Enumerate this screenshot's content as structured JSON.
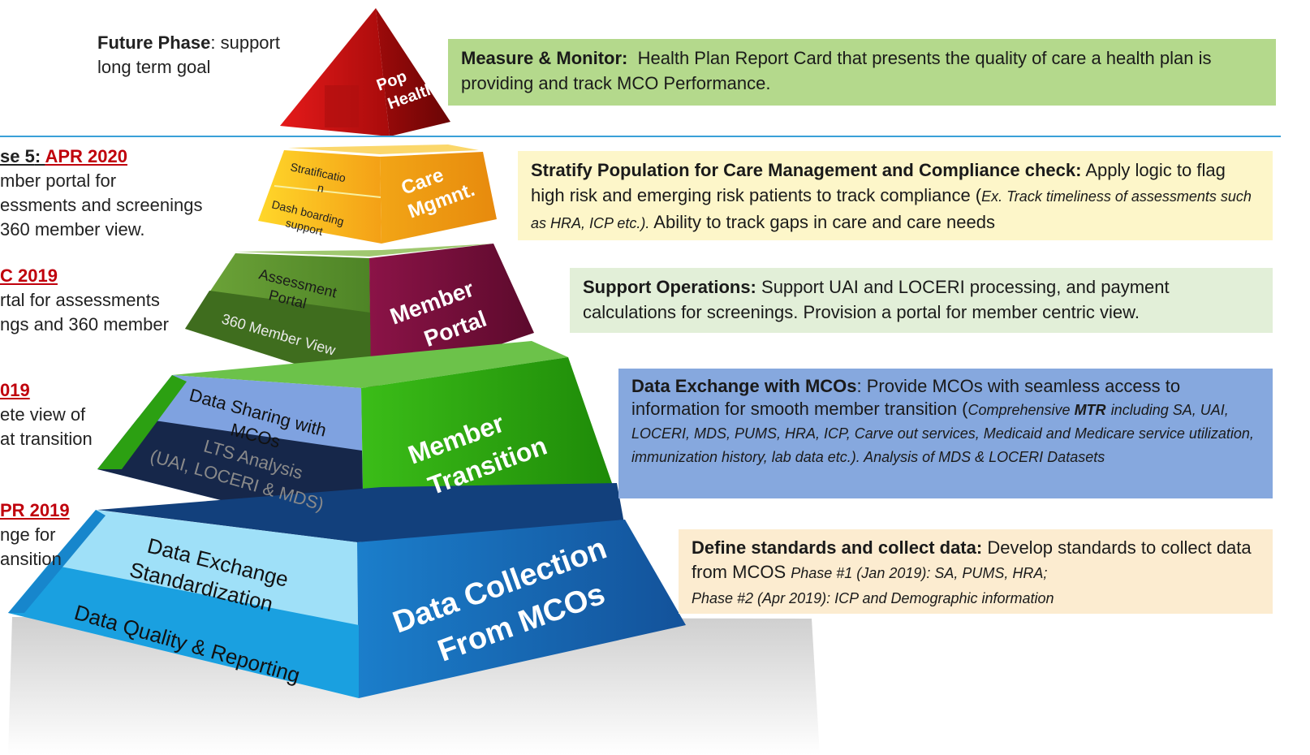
{
  "pyramid": {
    "levels": [
      {
        "key": "pop_health",
        "label_lines": [
          "Pop",
          "Health"
        ]
      },
      {
        "key": "care_mgmnt",
        "label_lines": [
          "Care",
          "Mgmnt."
        ],
        "sub_items": [
          [
            "Stratificatio",
            "n"
          ],
          [
            "Dash boarding",
            "support"
          ]
        ]
      },
      {
        "key": "member_portal",
        "label_lines": [
          "Member",
          "Portal"
        ],
        "sub_items": [
          [
            "Assessment",
            "Portal"
          ],
          [
            "360 Member View"
          ]
        ]
      },
      {
        "key": "member_transition",
        "label_lines": [
          "Member",
          "Transition"
        ],
        "sub_items": [
          [
            "Data Sharing with",
            "MCOs"
          ],
          [
            "LTS Analysis",
            "(UAI, LOCERI & MDS)"
          ]
        ]
      },
      {
        "key": "data_collection",
        "label_lines": [
          "Data Collection",
          "From MCOs"
        ],
        "sub_items": [
          [
            "Data Exchange",
            "Standardization"
          ],
          [
            "Data Quality & Reporting"
          ]
        ]
      }
    ]
  },
  "future_phase": {
    "title": "Future Phase",
    "text_line1": ": support",
    "text_line2": "long term goal"
  },
  "left_phases": [
    {
      "title": "se 5",
      "date": "APR 2020",
      "lines": [
        "mber portal for",
        "essments and screenings",
        "360 member view."
      ]
    },
    {
      "title": "",
      "date": "C 2019",
      "lines": [
        "rtal for assessments",
        "ngs and 360 member"
      ]
    },
    {
      "title": "",
      "date": "019",
      "lines": [
        "ete view of",
        "at transition"
      ]
    },
    {
      "title": "",
      "date": "PR 2019",
      "lines": [
        "nge for",
        "ansition"
      ]
    }
  ],
  "descriptions": {
    "measure": {
      "bold": "Measure & Monitor:",
      "text": "Health Plan Report Card that presents the quality of care a health plan is providing and track MCO Performance.",
      "color": "#b4d98c"
    },
    "stratify": {
      "bold": "Stratify Population for Care Management and Compliance check:",
      "text": "Apply logic to flag high risk and emerging risk patients to track compliance (",
      "italic": "Ex. Track timeliness of assessments such as HRA, ICP etc.).",
      "text2": "Ability to track gaps in care and care needs",
      "color": "#fdf6c9"
    },
    "support": {
      "bold": "Support Operations:",
      "text": "Support UAI and LOCERI processing, and payment calculations for screenings. Provision a portal for member centric view.",
      "color": "#e2efd8"
    },
    "exchange": {
      "bold": "Data Exchange with MCOs",
      "text": ": Provide MCOs with seamless access to information for smooth member transition (",
      "italic1": "Comprehensive ",
      "italic_bold": "MTR",
      "italic2": "including SA, UAI, LOCERI, MDS, PUMS, HRA, ICP, Carve out services, Medicaid and Medicare service utilization, immunization history, lab data etc.). Analysis of MDS & LOCERI Datasets",
      "color": "#86a8de"
    },
    "define": {
      "bold": "Define standards and collect data:",
      "text": "Develop standards to collect data from MCOS",
      "italic1": "Phase #1 (Jan 2019): SA, PUMS, HRA;",
      "italic2": "Phase #2 (Apr 2019): ICP and  Demographic information",
      "color": "#fcecd0"
    }
  },
  "colors": {
    "red": "#d40f10",
    "orange": "#f4a019",
    "maroon": "#7a0f3d",
    "green": "#3cae1a",
    "blue": "#1b86d0",
    "accent_red": "#c0000c"
  }
}
